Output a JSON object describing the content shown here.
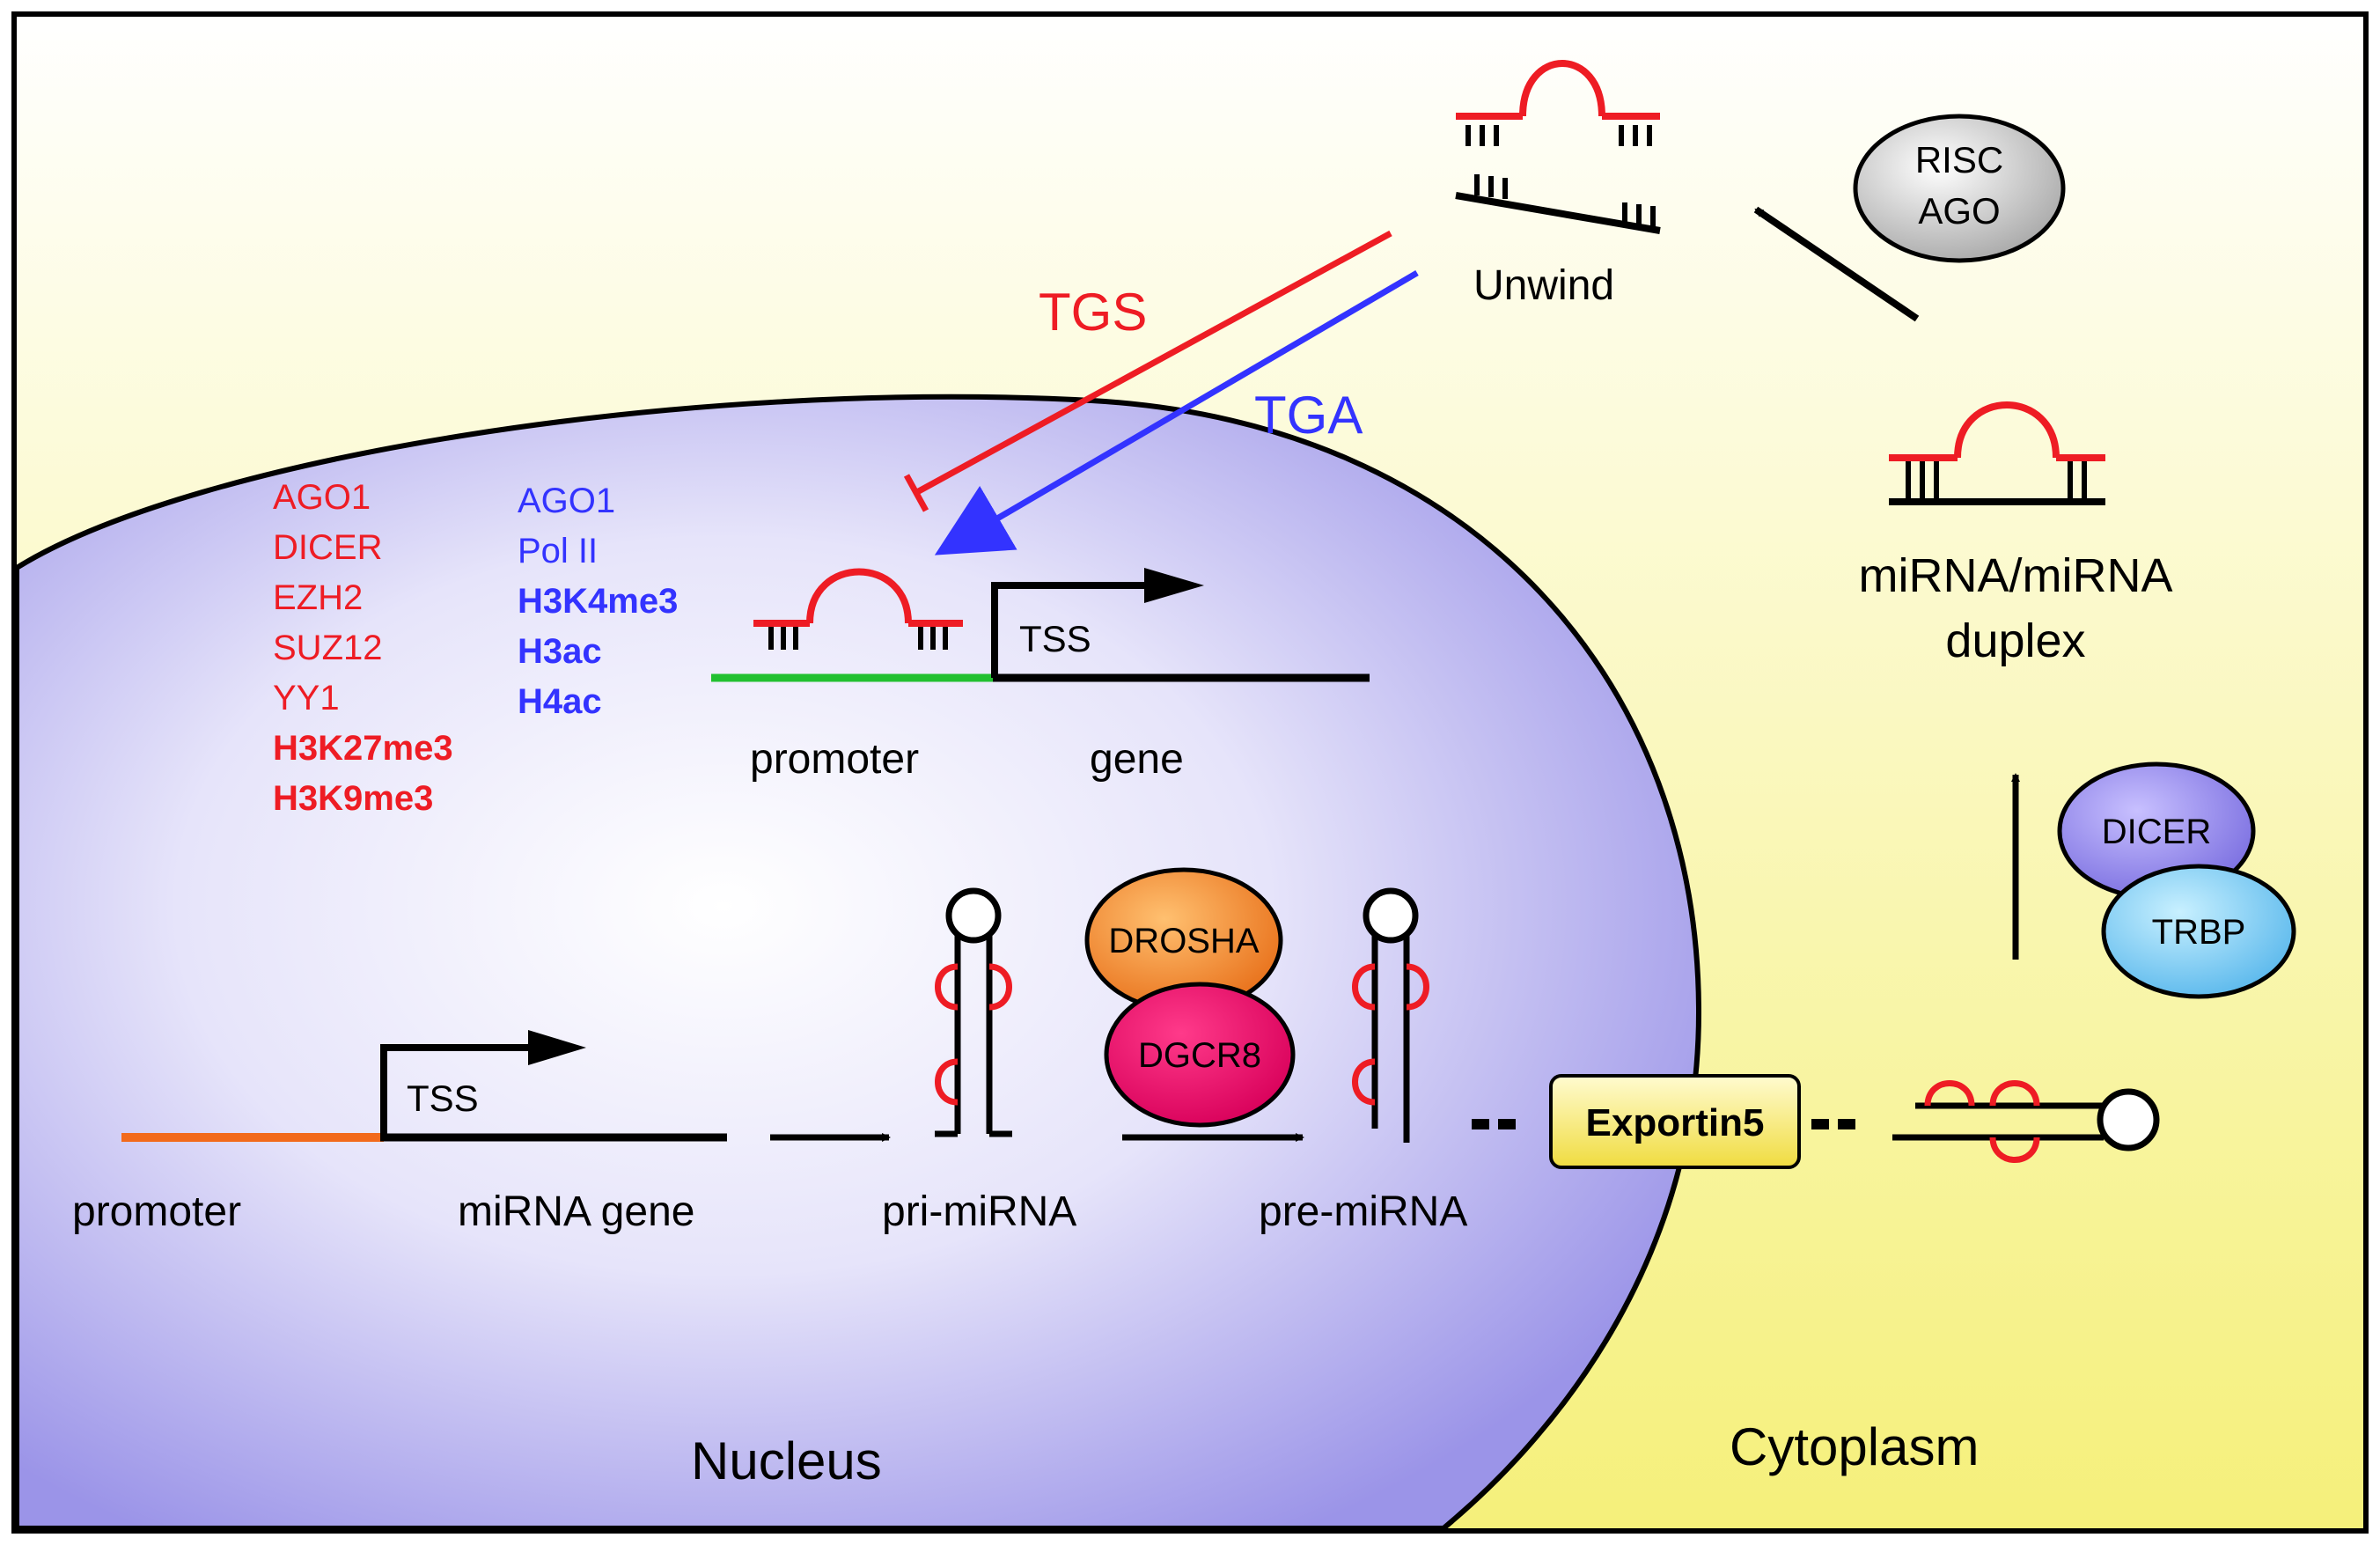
{
  "compartments": {
    "nucleus": "Nucleus",
    "cytoplasm": "Cytoplasm"
  },
  "regulation": {
    "tgs_label": "TGS",
    "tga_label": "TGA",
    "tgs_color": "#ee1c24",
    "tga_color": "#3333ff",
    "tgs_factors": [
      "AGO1",
      "DICER",
      "EZH2",
      "SUZ12",
      "YY1",
      "H3K27me3",
      "H3K9me3"
    ],
    "tga_factors": [
      "AGO1",
      "Pol II",
      "H3K4me3",
      "H3ac",
      "H4ac"
    ]
  },
  "target_gene": {
    "tss": "TSS",
    "promoter": "promoter",
    "gene": "gene"
  },
  "biogenesis": {
    "tss": "TSS",
    "promoter": "promoter",
    "mirna_gene": "miRNA gene",
    "pri_mirna": "pri-miRNA",
    "pre_mirna": "pre-miRNA",
    "drosha": "DROSHA",
    "dgcr8": "DGCR8",
    "exportin": "Exportin5"
  },
  "cytoplasm_steps": {
    "dicer": "DICER",
    "trbp": "TRBP",
    "duplex_line1": "miRNA/miRNA",
    "duplex_line2": "duplex",
    "risc": "RISC",
    "ago": "AGO",
    "unwind": "Unwind"
  }
}
